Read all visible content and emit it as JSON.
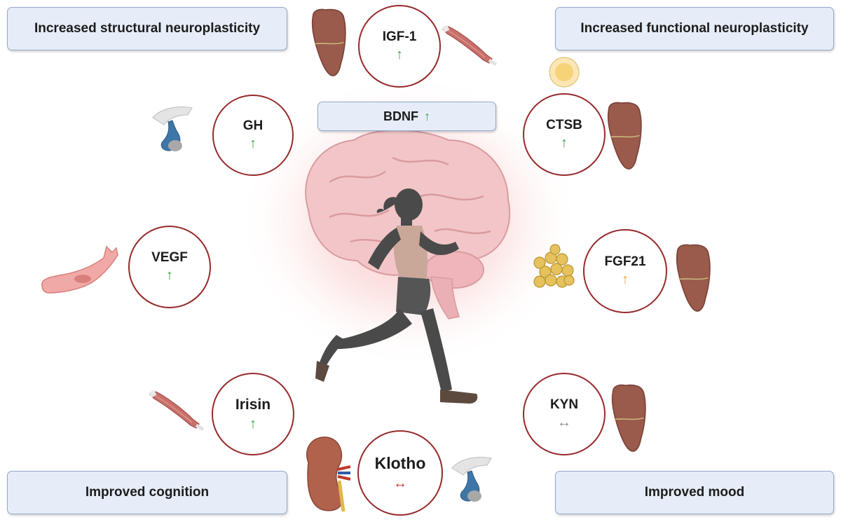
{
  "outcomes": {
    "top_left": "Increased structural neuroplasticity",
    "top_right": "Increased functional neuroplasticity",
    "bottom_left": "Improved cognition",
    "bottom_right": "Improved mood"
  },
  "bdnf": {
    "label": "BDNF",
    "arrow": "↑",
    "arrow_color": "#3fa34d"
  },
  "factors": {
    "igf1": {
      "label": "IGF-1",
      "arrow": "↑",
      "arrow_color": "#3fa34d"
    },
    "gh": {
      "label": "GH",
      "arrow": "↑",
      "arrow_color": "#3fa34d"
    },
    "vegf": {
      "label": "VEGF",
      "arrow": "↑",
      "arrow_color": "#3fa34d"
    },
    "irisin": {
      "label": "Irisin",
      "arrow": "↑",
      "arrow_color": "#3fa34d"
    },
    "klotho": {
      "label": "Klotho",
      "arrow": "↔",
      "arrow_color": "#c0392b"
    },
    "kyn": {
      "label": "KYN",
      "arrow": "↔",
      "arrow_color": "#8c8c8c"
    },
    "fgf21": {
      "label": "FGF21",
      "arrow": "↑",
      "arrow_color": "#e8a33b"
    },
    "ctsb": {
      "label": "CTSB",
      "arrow": "↑",
      "arrow_color": "#3fa34d"
    }
  },
  "colors": {
    "node_border": "#962a2a",
    "box_fill": "#e6edf8",
    "box_border": "#93a9cc",
    "liver": "#9a5a4c",
    "muscle": "#c9706b",
    "brain": "#f2c6c8",
    "runner": "#4a4a4a",
    "glow": "#f6a7a7"
  },
  "icons": {
    "liver": "liver-icon",
    "muscle": "muscle-icon",
    "pituitary": "pituitary-icon",
    "kidney": "kidney-icon",
    "endothelial": "endothelial-cell-icon",
    "adipose": "adipose-tissue-icon",
    "neuron": "cell-icon",
    "brain": "brain-icon",
    "runner": "runner-icon"
  }
}
